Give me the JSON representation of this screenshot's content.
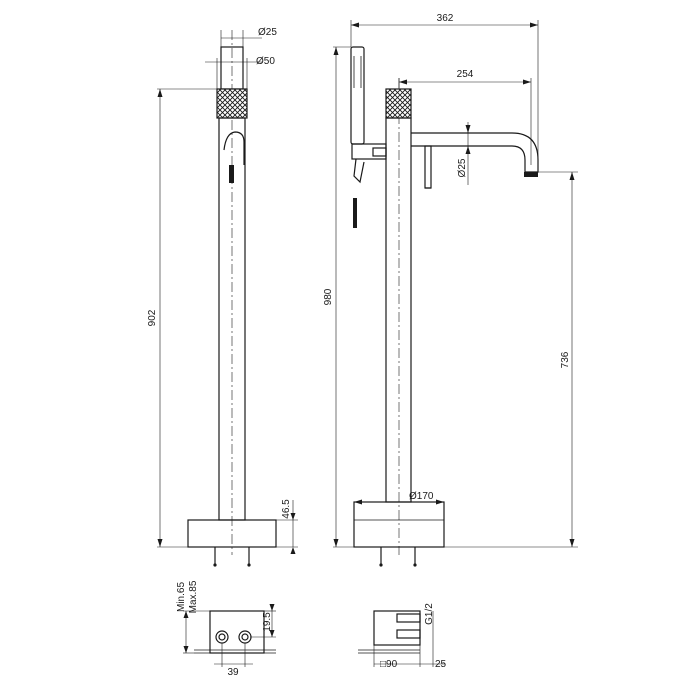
{
  "dimensions": {
    "front_dia_small": "Ø25",
    "front_dia_large": "Ø50",
    "front_height": "902",
    "front_base_height": "46.5",
    "side_total_width": "362",
    "side_spout_reach": "254",
    "side_spout_dia": "Ø25",
    "side_total_height": "980",
    "side_spout_height": "736",
    "side_base_dia": "Ø170",
    "plan_min_max": "Min.65\nMax.85",
    "plan_min": "Min.65",
    "plan_max": "Max.85",
    "plan_height": "19.5",
    "plan_spacing": "39",
    "plan_thread": "G1/2",
    "plan_square": "□90",
    "plan_depth": "25"
  }
}
